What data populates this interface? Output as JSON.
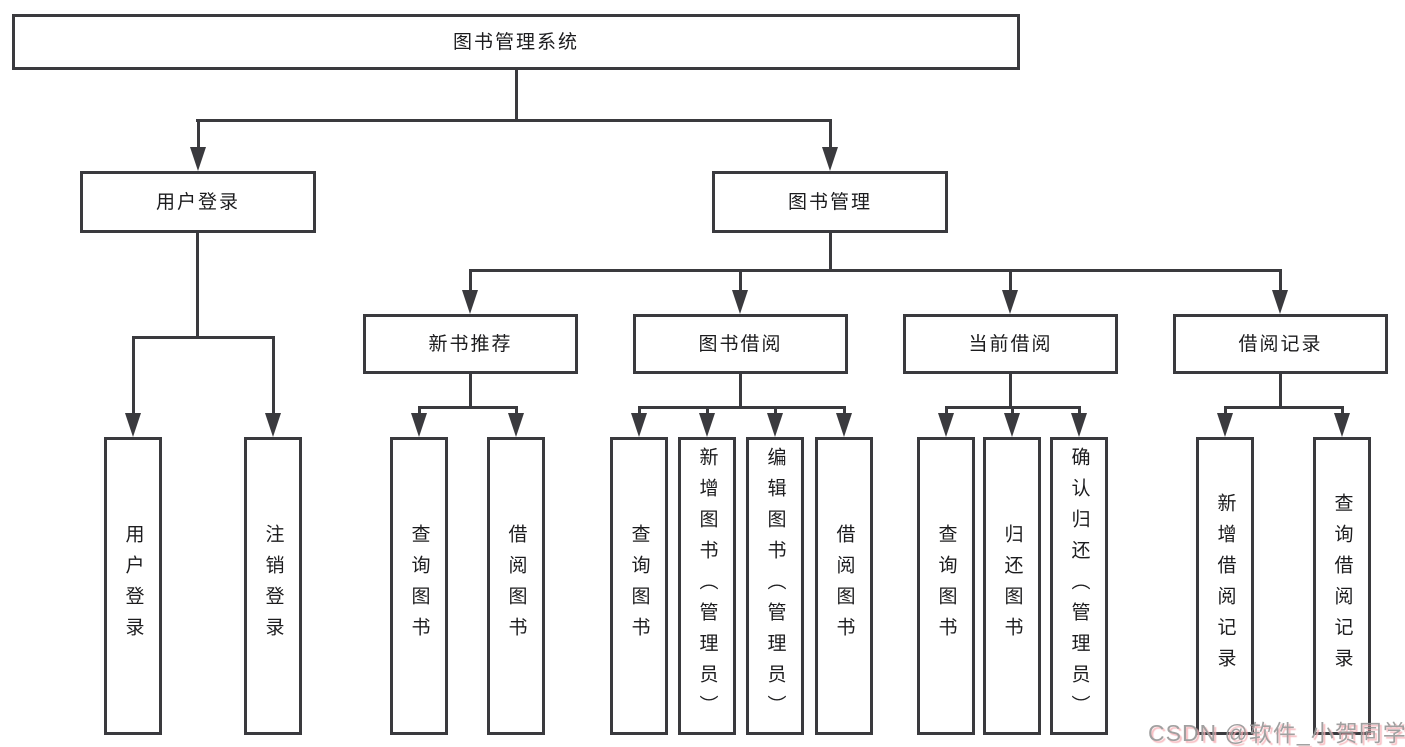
{
  "tree": {
    "root": {
      "label": "图书管理系统"
    },
    "branches": [
      {
        "label": "用户登录",
        "children": [
          {
            "label": "用户登录"
          },
          {
            "label": "注销登录"
          }
        ]
      },
      {
        "label": "图书管理",
        "children": [
          {
            "label": "新书推荐",
            "children": [
              {
                "label": "查询图书"
              },
              {
                "label": "借阅图书"
              }
            ]
          },
          {
            "label": "图书借阅",
            "children": [
              {
                "label": "查询图书"
              },
              {
                "label": "新增图书（管理员）"
              },
              {
                "label": "编辑图书（管理员）"
              },
              {
                "label": "借阅图书"
              }
            ]
          },
          {
            "label": "当前借阅",
            "children": [
              {
                "label": "查询图书"
              },
              {
                "label": "归还图书"
              },
              {
                "label": "确认归还（管理员）"
              }
            ]
          },
          {
            "label": "借阅记录",
            "children": [
              {
                "label": "新增借阅记录"
              },
              {
                "label": "查询借阅记录"
              }
            ]
          }
        ]
      }
    ]
  },
  "watermark": {
    "text": "CSDN @软件_小贺同学"
  },
  "colors": {
    "line": "#3a3a3e",
    "text": "#1c1c1e",
    "watermark": "#9b9b9b",
    "watermark_accent": "#f6b2b8",
    "background": "#ffffff"
  }
}
